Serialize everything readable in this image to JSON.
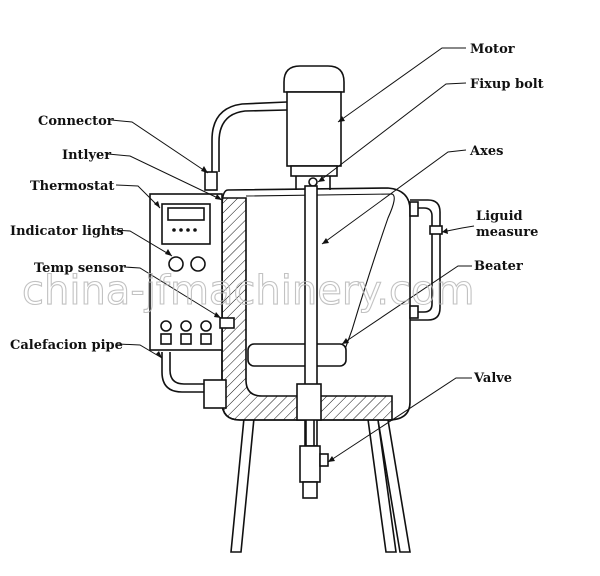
{
  "labels": {
    "motor": "Motor",
    "fixup_bolt": "Fixup bolt",
    "axes": "Axes",
    "liquid_measure_line1": "Liguid",
    "liquid_measure_line2": "measure",
    "beater": "Beater",
    "valve": "Valve",
    "connector": "Connector",
    "intlyer": "Intlyer",
    "thermostat": "Thermostat",
    "indicator_lights": "Indicator lights",
    "temp_sensor": "Temp sensor",
    "calefacion_pipe": "Calefacion pipe"
  },
  "watermark": "china-jfmachinery.com",
  "colors": {
    "line": "#111111",
    "background": "#ffffff",
    "watermark": "#b8b8b8"
  }
}
